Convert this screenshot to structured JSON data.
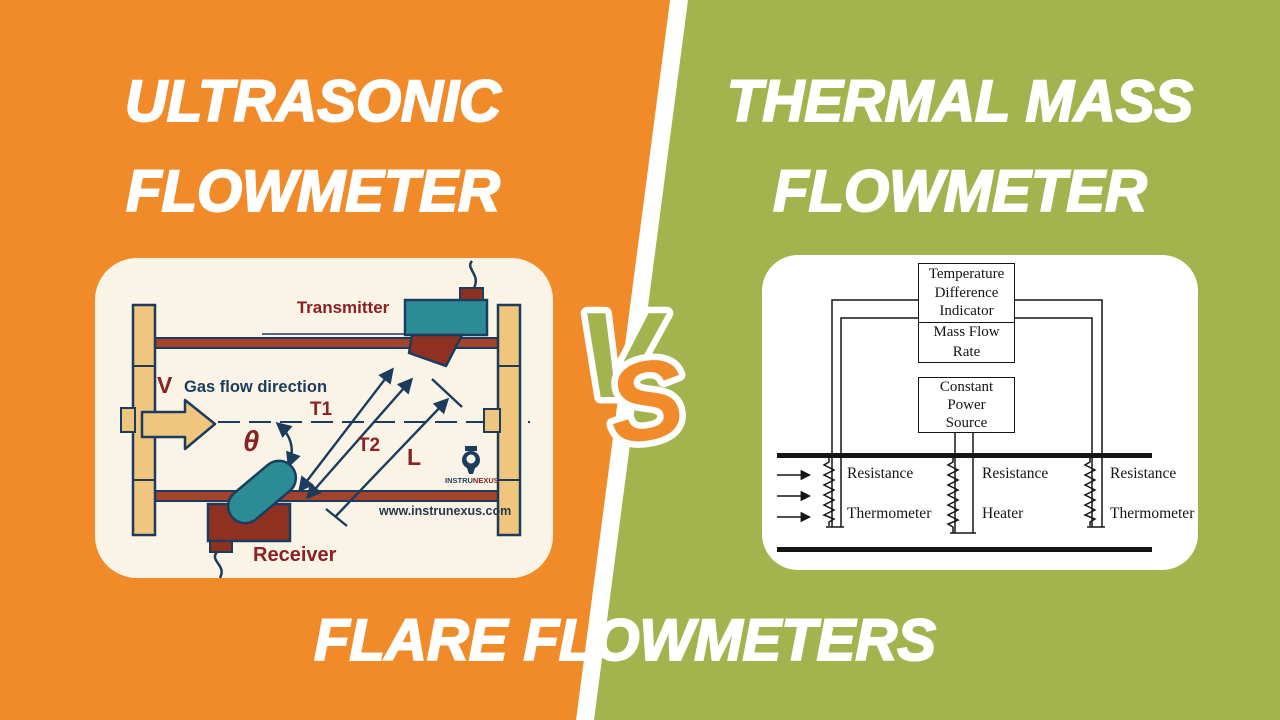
{
  "colors": {
    "orange": "#F18A28",
    "green": "#A3B44E",
    "white": "#FFFFFF",
    "navy": "#1C3C5E",
    "maroon_text": "#8B2025",
    "brick_pipe": "#A4422B",
    "dark_red_wedge": "#8E3120",
    "teal": "#2B8C96",
    "tan": "#F0C57E",
    "cream_card": "#F9F4E6"
  },
  "left_panel": {
    "title_line1": "ULTRASONIC",
    "title_line2": "FLOWMETER",
    "diagram": {
      "transmitter_label": "Transmitter",
      "receiver_label": "Receiver",
      "velocity_label": "V",
      "gas_flow_label": "Gas flow direction",
      "t1_label": "T1",
      "t2_label": "T2",
      "theta_label": "θ",
      "length_label": "L",
      "brand_part1": "INSTRU",
      "brand_part2": "NEXUS",
      "website": "www.instrunexus.com"
    }
  },
  "versus": {
    "v": "V",
    "s": "S"
  },
  "right_panel": {
    "title_line1": "THERMAL MASS",
    "title_line2": "FLOWMETER",
    "diagram": {
      "indicator_box_top": [
        "Temperature",
        "Difference",
        "Indicator"
      ],
      "indicator_box_bottom": [
        "Mass Flow",
        "Rate"
      ],
      "power_box": [
        "Constant",
        "Power",
        "Source"
      ],
      "columns": [
        {
          "line1": "Resistance",
          "line2": "Thermometer"
        },
        {
          "line1": "Resistance",
          "line2": "Heater"
        },
        {
          "line1": "Resistance",
          "line2": "Thermometer"
        }
      ]
    }
  },
  "footer": {
    "title": "FLARE FLOWMETERS"
  }
}
